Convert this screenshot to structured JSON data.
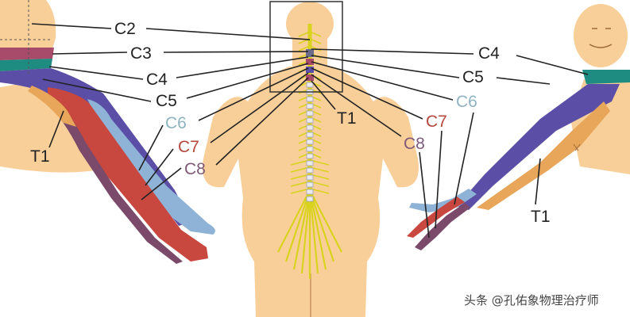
{
  "left_labels": {
    "c2": "C2",
    "c3": "C3",
    "c4": "C4",
    "c5": "C5",
    "c6": "C6",
    "c7": "C7",
    "c8": "C8",
    "t1": "T1"
  },
  "right_labels": {
    "c4": "C4",
    "c5": "C5",
    "c6": "C6",
    "c7": "C7",
    "c8": "C8",
    "t1": "T1"
  },
  "spine_label": "T1",
  "watermark": "头条 @孔佑象物理治疗师",
  "colors": {
    "skin": "#f9cf99",
    "c2": "#f9cf99",
    "c3": "#a84a6a",
    "c4": "#1f8c82",
    "c5": "#5b4ea6",
    "c6": "#8fb3d6",
    "c7": "#c8473f",
    "c8": "#7b4a6a",
    "t1": "#e8a65a",
    "nerve": "#d9d21f",
    "label_dark": "#222222",
    "label_c6": "#8fb3c0",
    "label_c7": "#b4483f",
    "label_c8": "#7e5a78"
  }
}
